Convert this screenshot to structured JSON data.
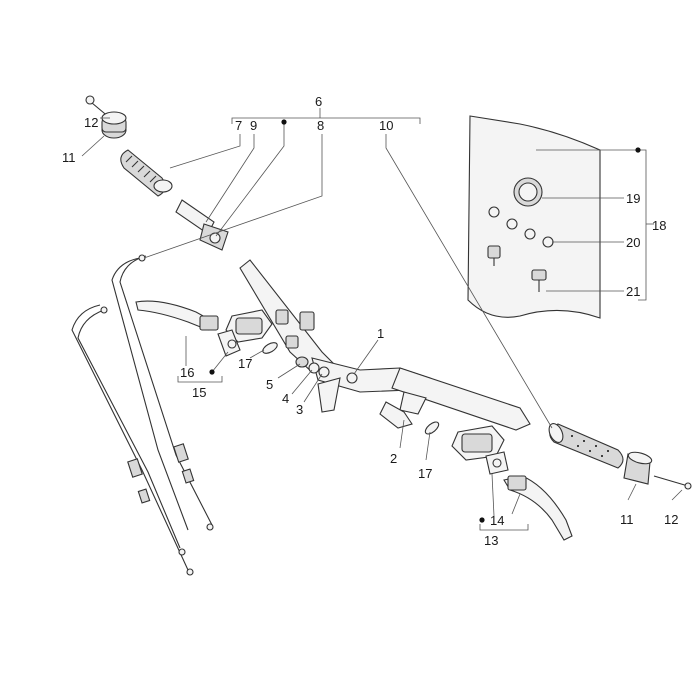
{
  "diagram": {
    "callouts": [
      {
        "id": "c1",
        "text": "1"
      },
      {
        "id": "c2",
        "text": "2"
      },
      {
        "id": "c3",
        "text": "3"
      },
      {
        "id": "c4",
        "text": "4"
      },
      {
        "id": "c5",
        "text": "5"
      },
      {
        "id": "c6",
        "text": "6"
      },
      {
        "id": "c7",
        "text": "7"
      },
      {
        "id": "c8",
        "text": "8"
      },
      {
        "id": "c9",
        "text": "9"
      },
      {
        "id": "c10",
        "text": "10"
      },
      {
        "id": "c11a",
        "text": "11"
      },
      {
        "id": "c11b",
        "text": "11"
      },
      {
        "id": "c12a",
        "text": "12"
      },
      {
        "id": "c12b",
        "text": "12"
      },
      {
        "id": "c13",
        "text": "13"
      },
      {
        "id": "c14",
        "text": "14"
      },
      {
        "id": "c15",
        "text": "15"
      },
      {
        "id": "c16",
        "text": "16"
      },
      {
        "id": "c17a",
        "text": "17"
      },
      {
        "id": "c17b",
        "text": "17"
      },
      {
        "id": "c18",
        "text": "18"
      },
      {
        "id": "c19",
        "text": "19"
      },
      {
        "id": "c20",
        "text": "20"
      },
      {
        "id": "c21",
        "text": "21"
      }
    ]
  }
}
